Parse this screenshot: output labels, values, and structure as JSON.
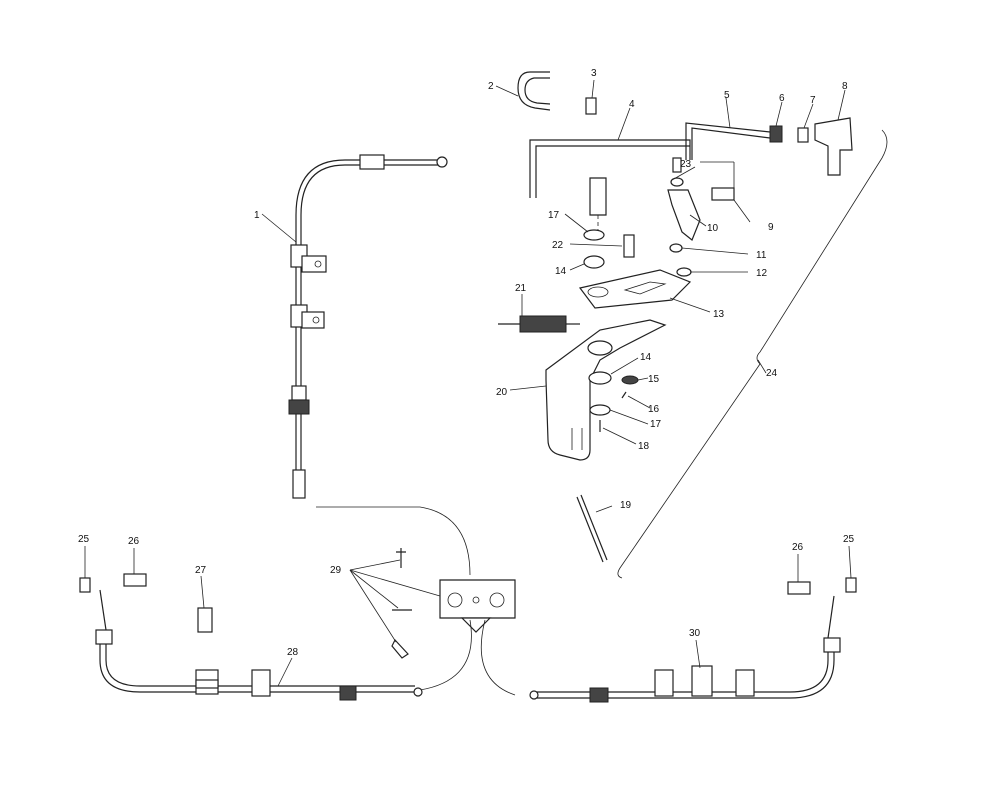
{
  "diagram": {
    "callouts": [
      "1",
      "2",
      "3",
      "4",
      "5",
      "6",
      "7",
      "8",
      "9",
      "10",
      "11",
      "12",
      "13",
      "14",
      "14",
      "15",
      "16",
      "17",
      "17",
      "18",
      "19",
      "20",
      "21",
      "22",
      "23",
      "24",
      "25",
      "25",
      "26",
      "26",
      "27",
      "28",
      "29",
      "30"
    ]
  }
}
